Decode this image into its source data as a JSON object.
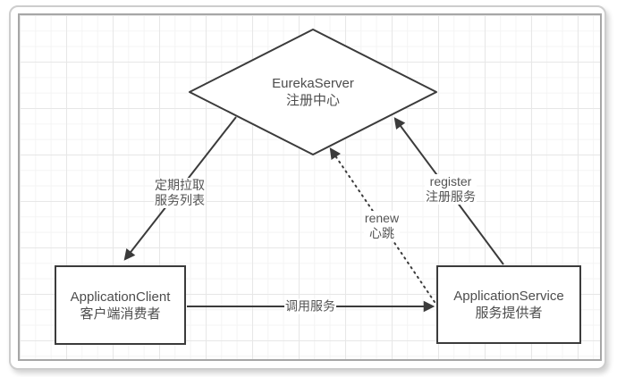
{
  "diagram": {
    "nodes": {
      "eureka": {
        "title": "EurekaServer",
        "subtitle": "注册中心"
      },
      "client": {
        "title": "ApplicationClient",
        "subtitle": "客户端消费者"
      },
      "service": {
        "title": "ApplicationService",
        "subtitle": "服务提供者"
      }
    },
    "edges": {
      "pull": {
        "lines": [
          "定期拉取",
          "服务列表"
        ]
      },
      "register": {
        "lines": [
          "register",
          "注册服务"
        ]
      },
      "renew": {
        "lines": [
          "renew",
          "心跳"
        ]
      },
      "call": {
        "label": "调用服务"
      }
    },
    "colors": {
      "stroke": "#3b3b3b",
      "text": "#4d4d4d",
      "grid_minor": "#f4f4f4",
      "grid_major": "#e7e7e7",
      "frame_border": "#cdcdcd",
      "canvas_border": "#a6a6a6"
    }
  }
}
